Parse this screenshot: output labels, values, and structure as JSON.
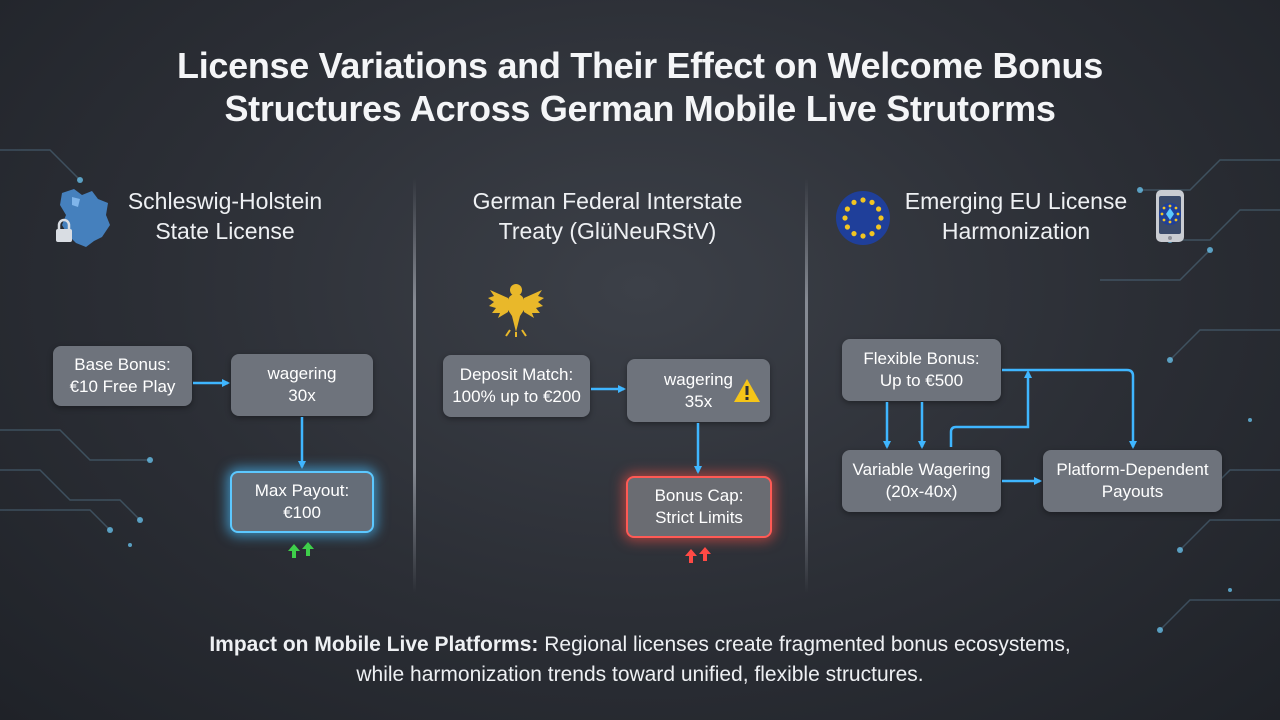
{
  "title": {
    "line1": "License Variations and Their Effect on Welcome Bonus",
    "line2": "Structures Across German Mobile Live Strutorms"
  },
  "columns": [
    {
      "title_line1": "Schleswig-Holstein",
      "title_line2": "State License",
      "icon": "schleswig-holstein-map-lock-icon",
      "nodes": {
        "base_bonus": {
          "line1": "Base Bonus:",
          "line2": "€10 Free Play"
        },
        "wagering": {
          "line1": "wagering",
          "line2": "30x"
        },
        "max_payout": {
          "line1": "Max Payout:",
          "line2": "€100"
        }
      },
      "indicator": "up-arrows-icon",
      "indicator_color": "#3ecf4a"
    },
    {
      "title_line1": "German Federal Interstate",
      "title_line2": "Treaty (GlüNeuRStV)",
      "icon": "german-eagle-icon",
      "nodes": {
        "deposit_match": {
          "line1": "Deposit Match:",
          "line2": "100% up to €200"
        },
        "wagering": {
          "line1": "wagering",
          "line2": "35x"
        },
        "bonus_cap": {
          "line1": "Bonus Cap:",
          "line2": "Strict Limits"
        }
      },
      "warning_icon": "warning-icon",
      "indicator": "up-arrows-icon",
      "indicator_color": "#ff4a45"
    },
    {
      "title_line1": "Emerging EU License",
      "title_line2": "Harmonization",
      "icon": "eu-stars-icon",
      "icon_right": "mobile-phone-eu-icon",
      "nodes": {
        "flexible_bonus": {
          "line1": "Flexible Bonus:",
          "line2": "Up to €500"
        },
        "variable_wagering": {
          "line1": "Variable Wagering",
          "line2": "(20x-40x)"
        },
        "platform_payouts": {
          "line1": "Platform-Dependent",
          "line2": "Payouts"
        }
      }
    }
  ],
  "footer": {
    "bold": "Impact on Mobile Live Platforms:",
    "text1": " Regional licenses create fragmented bonus ecosystems,",
    "text2": "while harmonization trends toward unified, flexible structures."
  },
  "colors": {
    "connector": "#3fb6ff",
    "node_fill": "#6e737c",
    "glow_blue": "#5cc8ff",
    "glow_red": "#ff5a55",
    "eu_blue": "#1f3f9a",
    "eu_gold": "#f2c521"
  }
}
